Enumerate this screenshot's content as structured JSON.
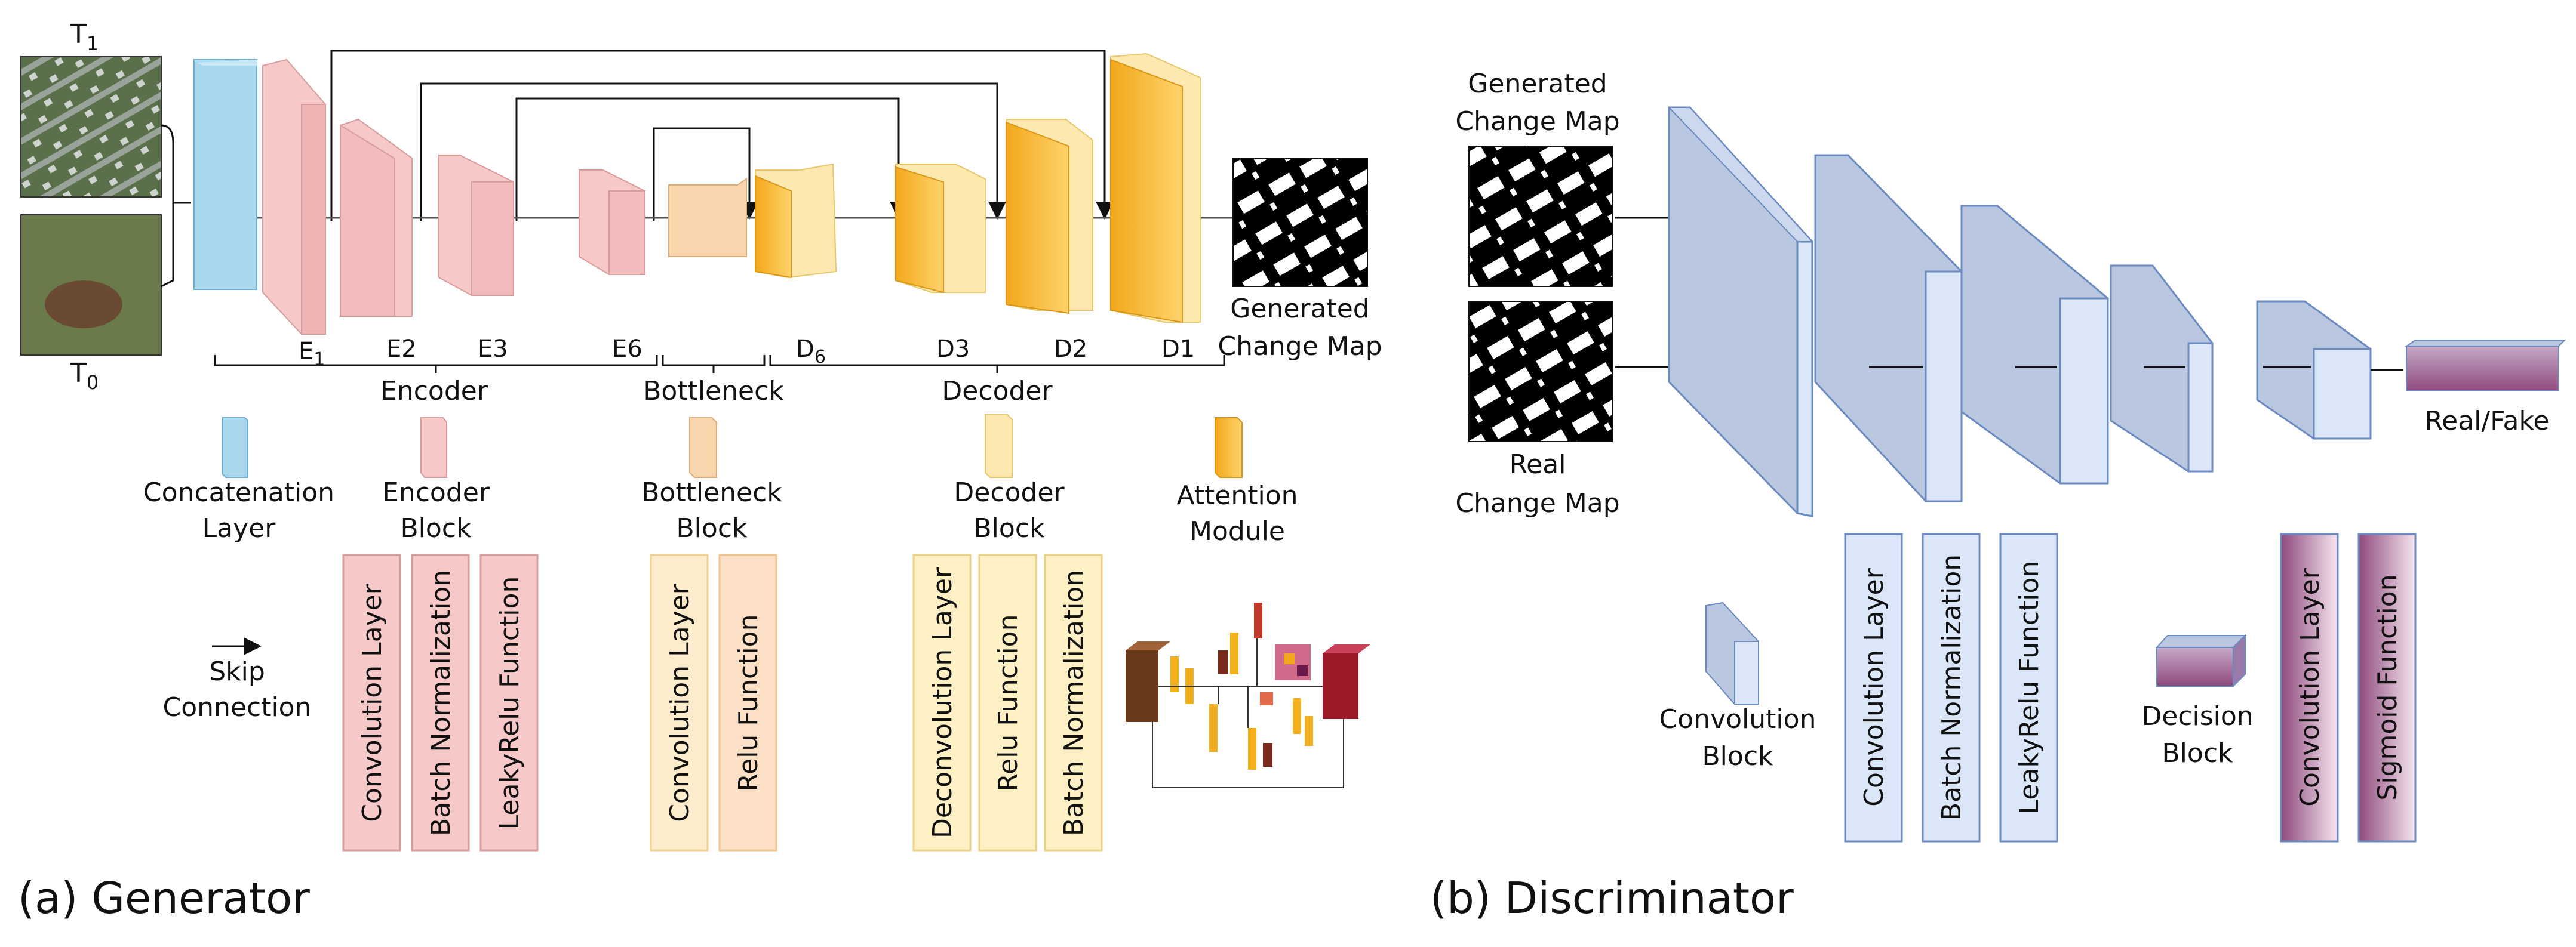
{
  "generator": {
    "caption": "(a) Generator",
    "inputs": {
      "t1": "T",
      "t1_sub": "1",
      "t0": "T",
      "t0_sub": "0"
    },
    "encoder_labels": {
      "e1": "E",
      "e1_sub": "1",
      "e2": "E2",
      "e3": "E3",
      "e6": "E6"
    },
    "decoder_labels": {
      "d6": "D",
      "d6_sub": "6",
      "d3": "D3",
      "d2": "D2",
      "d1": "D1"
    },
    "output_label": [
      "Generated",
      "Change Map"
    ],
    "section_labels": {
      "encoder": "Encoder",
      "bottleneck": "Bottleneck",
      "decoder": "Decoder"
    },
    "legend": {
      "concat": [
        "Concatenation",
        "Layer"
      ],
      "encoder_block": [
        "Encoder",
        "Block"
      ],
      "bottleneck_block": [
        "Bottleneck",
        "Block"
      ],
      "decoder_block": [
        "Decoder",
        "Block"
      ],
      "attention": [
        "Attention",
        "Module"
      ],
      "skip": [
        "Skip",
        "Connection"
      ]
    },
    "encoder_block_parts": [
      "Convolution Layer",
      "Batch Normalization",
      "LeakyRelu Function"
    ],
    "bottleneck_block_parts": [
      "Convolution Layer",
      "Relu Function"
    ],
    "decoder_block_parts": [
      "Deconvolution Layer",
      "Relu Function",
      "Batch Normalization"
    ]
  },
  "discriminator": {
    "caption": "(b) Discriminator",
    "generated_label": [
      "Generated",
      "Change Map"
    ],
    "real_label": [
      "Real",
      "Change Map"
    ],
    "output_label": "Real/Fake",
    "legend": {
      "conv_block": [
        "Convolution",
        "Block"
      ],
      "decision_block": [
        "Decision",
        "Block"
      ]
    },
    "conv_block_parts": [
      "Convolution Layer",
      "Batch Normalization",
      "LeakyRelu Function"
    ],
    "decision_block_parts": [
      "Convolution Layer",
      "Sigmoid Function"
    ]
  },
  "colors": {
    "concat": "#a9d8ee",
    "encoder": "#f6c8c8",
    "bottleneck": "#f9d6ad",
    "decoder": "#fde9b0",
    "attention": "#f2a81c",
    "disc": "#b9c8e0",
    "disc_panel": "#dbe7f8",
    "decision": "#8e4a7d"
  }
}
